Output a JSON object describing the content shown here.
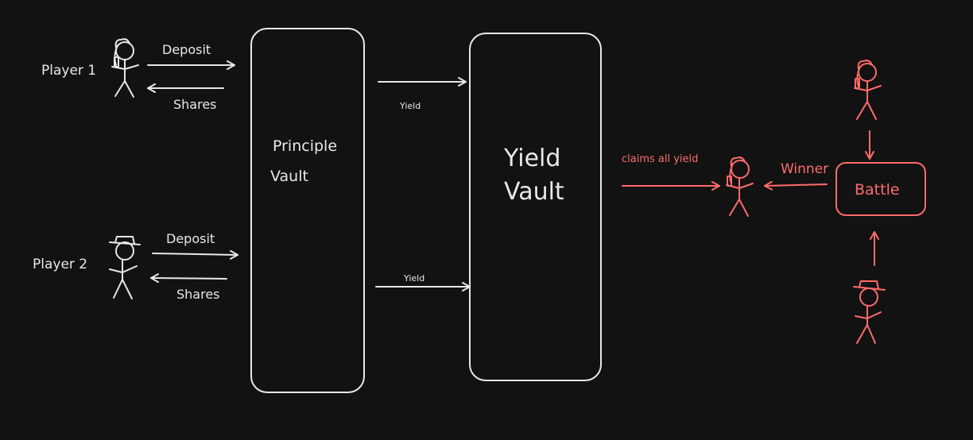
{
  "players": [
    {
      "label": "Player 1",
      "deposit_label": "Deposit",
      "shares_label": "Shares"
    },
    {
      "label": "Player 2",
      "deposit_label": "Deposit",
      "shares_label": "Shares"
    }
  ],
  "principle_vault": {
    "line1": "Principle",
    "line2": "Vault"
  },
  "yield_vault": {
    "line1": "Yield",
    "line2": "Vault"
  },
  "yield_arrows": [
    "Yield",
    "Yield"
  ],
  "claims_label": "claims all yield",
  "winner_label": "Winner",
  "battle_label": "Battle",
  "colors": {
    "background": "#121212",
    "stroke": "#e8e8e8",
    "accent": "#ff6b6b"
  }
}
